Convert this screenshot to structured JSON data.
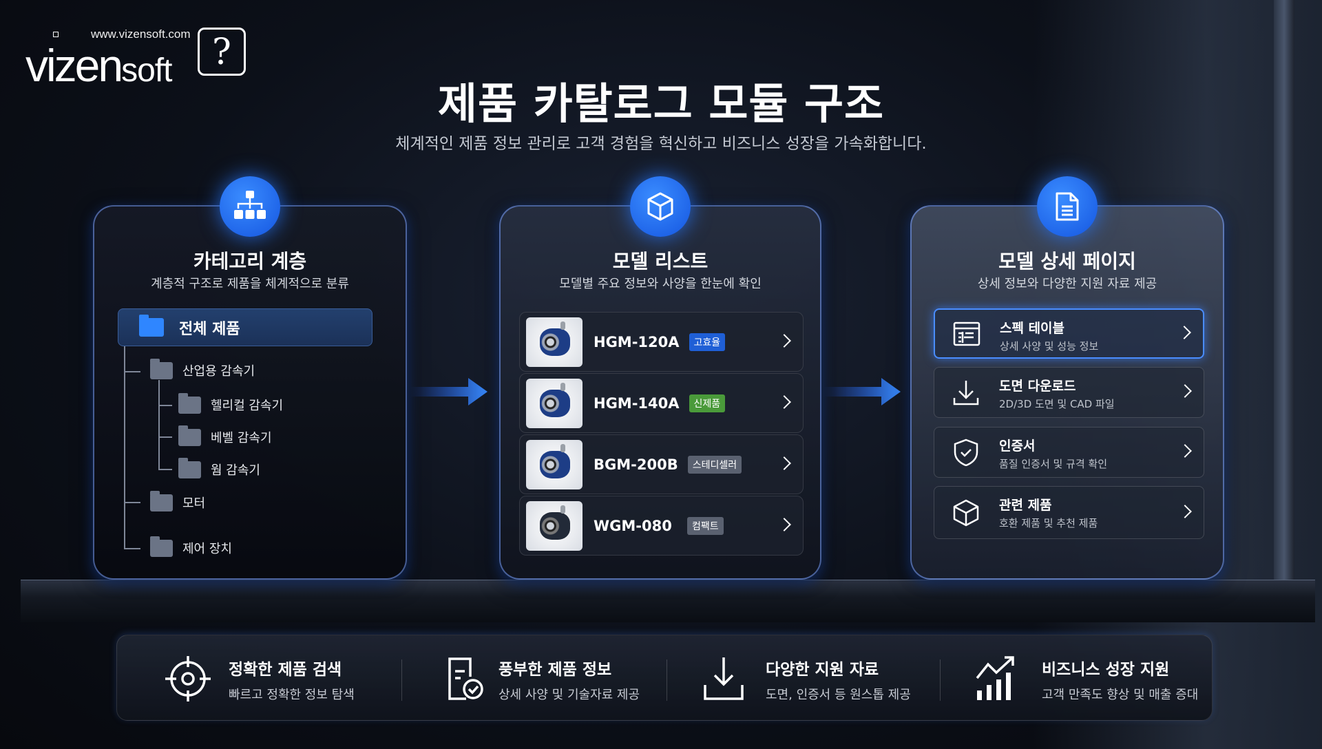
{
  "brand": {
    "url": "www.vizensoft.com",
    "name_bold": "vizen",
    "name_light": "soft",
    "mark": "?"
  },
  "header": {
    "title": "제품 카탈로그 모듈 구조",
    "subtitle": "체계적인 제품 정보 관리로 고객 경험을 혁신하고 비즈니스 성장을 가속화합니다."
  },
  "category_card": {
    "icon": "hierarchy-icon",
    "title": "카테고리 계층",
    "subtitle": "계층적 구조로 제품을 체계적으로 분류",
    "root": "전체 제품",
    "items": [
      {
        "label": "산업용 감속기",
        "level": 1
      },
      {
        "label": "헬리컬 감속기",
        "level": 2
      },
      {
        "label": "베벨 감속기",
        "level": 2
      },
      {
        "label": "웜 감속기",
        "level": 2
      },
      {
        "label": "모터",
        "level": 1
      },
      {
        "label": "제어 장치",
        "level": 1
      }
    ]
  },
  "model_card": {
    "icon": "cube-icon",
    "title": "모델 리스트",
    "subtitle": "모델별 주요 정보와 사양을 한눈에 확인",
    "models": [
      {
        "name": "HGM-120A",
        "tag": "고효율",
        "tag_color": "#1f5fd6"
      },
      {
        "name": "HGM-140A",
        "tag": "신제품",
        "tag_color": "#4a9a3a"
      },
      {
        "name": "BGM-200B",
        "tag": "스테디셀러",
        "tag_color": "#5a6170"
      },
      {
        "name": "WGM-080",
        "tag": "컴팩트",
        "tag_color": "#5a6170"
      }
    ]
  },
  "detail_card": {
    "icon": "document-icon",
    "title": "모델 상세 페이지",
    "subtitle": "상세 정보와 다양한 지원 자료 제공",
    "items": [
      {
        "title": "스펙 테이블",
        "desc": "상세 사양 및 성능 정보",
        "icon": "table-icon"
      },
      {
        "title": "도면 다운로드",
        "desc": "2D/3D 도면 및 CAD 파일",
        "icon": "download-icon"
      },
      {
        "title": "인증서",
        "desc": "품질 인증서 및 규격 확인",
        "icon": "shield-check-icon"
      },
      {
        "title": "관련 제품",
        "desc": "호환 제품 및 추천 제품",
        "icon": "box-icon"
      }
    ]
  },
  "features": [
    {
      "title": "정확한 제품 검색",
      "desc": "빠르고 정확한 정보 탐색",
      "icon": "target-icon"
    },
    {
      "title": "풍부한 제품 정보",
      "desc": "상세 사양 및 기술자료 제공",
      "icon": "document-check-icon"
    },
    {
      "title": "다양한 지원 자료",
      "desc": "도면, 인증서 등 원스톱 제공",
      "icon": "download-icon"
    },
    {
      "title": "비즈니스 성장 지원",
      "desc": "고객 만족도 향상 및 매출 증대",
      "icon": "growth-chart-icon"
    }
  ],
  "colors": {
    "accent": "#2f7bff",
    "background": "#0c1019"
  }
}
